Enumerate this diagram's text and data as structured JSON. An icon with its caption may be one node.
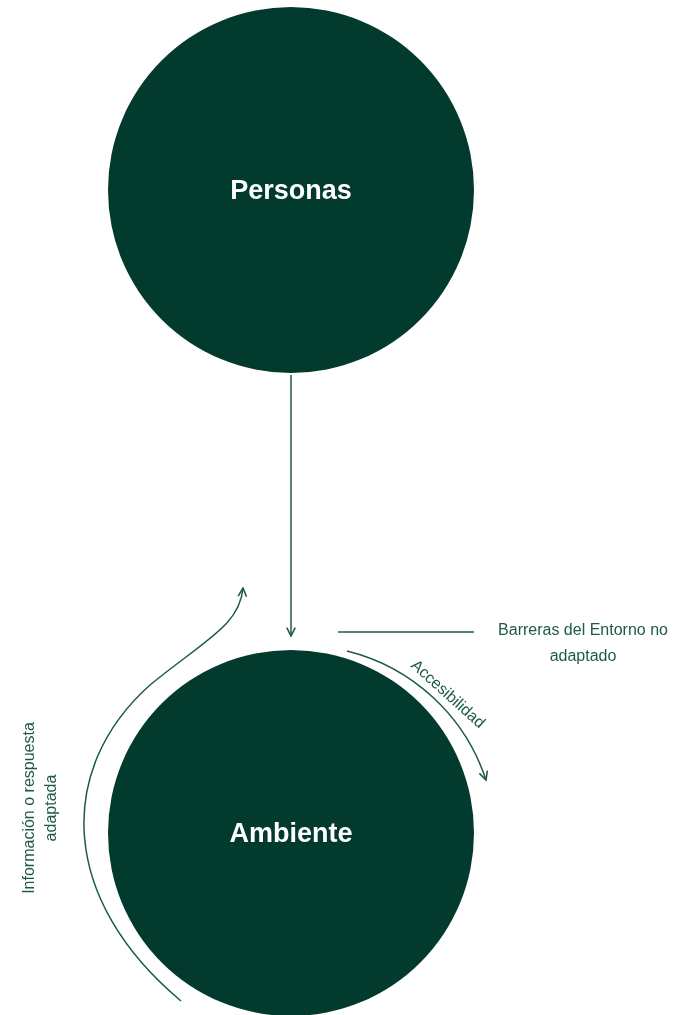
{
  "diagram": {
    "nodes": [
      {
        "text": [
          "Personas"
        ]
      },
      {
        "text": [
          "Ambiente"
        ]
      },
      {
        "text": [
          "Barreras del Entorno no adaptado"
        ]
      }
    ],
    "edges": [
      {
        "from": 0,
        "to": 1,
        "arrow": "to"
      },
      {
        "from": 2,
        "to": null,
        "arrow": "none"
      }
    ],
    "labels": [
      "Accesibilidad",
      "Información o respuesta adaptada"
    ]
  }
}
